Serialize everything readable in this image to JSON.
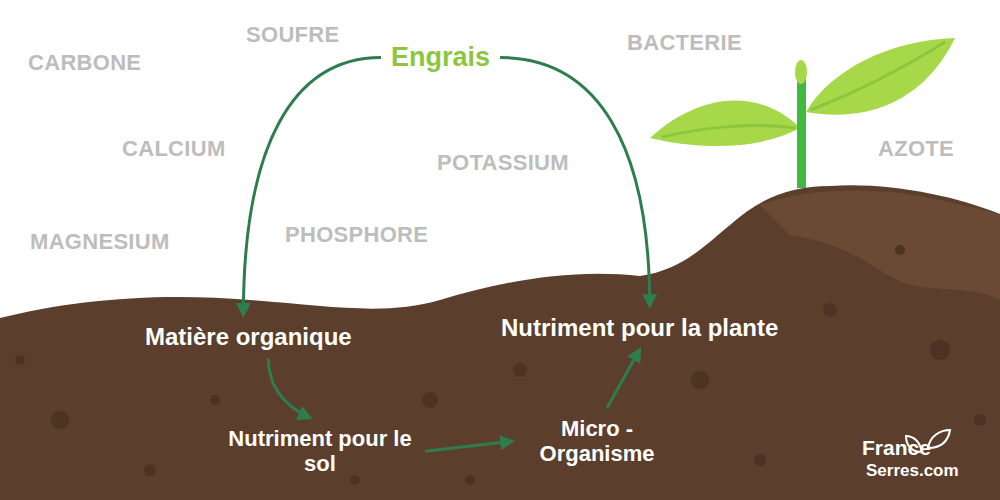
{
  "diagram": {
    "nodes": [
      {
        "text": [
          "Engrais"
        ]
      },
      {
        "text": [
          "Matière organique"
        ]
      },
      {
        "text": [
          "Nutriment pour le sol"
        ]
      },
      {
        "text": [
          "Micro - Organisme"
        ]
      },
      {
        "text": [
          "Nutriment pour la plante"
        ]
      }
    ],
    "edges": [
      {
        "from": 0,
        "to": 1,
        "arrow": "to"
      },
      {
        "from": 0,
        "to": 4,
        "arrow": "to"
      },
      {
        "from": 1,
        "to": 2,
        "arrow": "to"
      },
      {
        "from": 2,
        "to": 3,
        "arrow": "to"
      },
      {
        "from": 3,
        "to": 4,
        "arrow": "to"
      }
    ],
    "labels": [
      "CARBONE",
      "SOUFRE",
      "BACTERIE",
      "CALCIUM",
      "POTASSIUM",
      "AZOTE",
      "MAGNESIUM",
      "PHOSPHORE",
      "France",
      "Serres.com"
    ]
  }
}
